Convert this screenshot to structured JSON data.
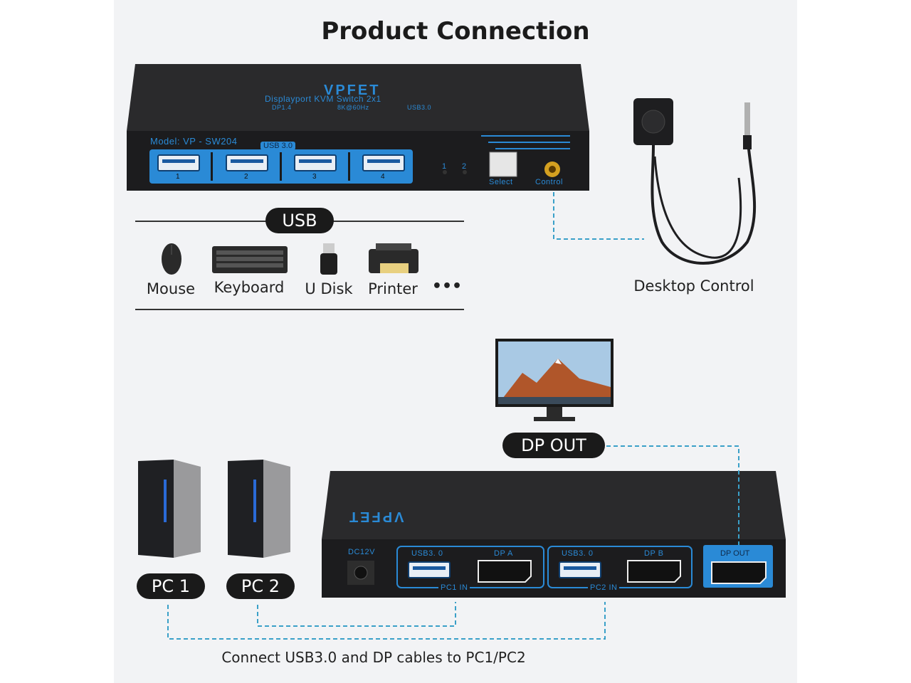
{
  "title": "Product Connection",
  "top_device": {
    "brand": "VPFET",
    "subtitle": "Displayport KVM Switch 2x1",
    "badges": [
      "DP1.4",
      "8K@60Hz",
      "USB3.0"
    ],
    "model": "Model: VP - SW204",
    "usb_tag": "USB 3.0",
    "port_numbers": [
      "1",
      "2",
      "3",
      "4"
    ],
    "leds": [
      "1",
      "2"
    ],
    "select_label": "Select",
    "control_label": "Control"
  },
  "usb_section": {
    "header": "USB",
    "devices": [
      "Mouse",
      "Keyboard",
      "U Disk",
      "Printer"
    ],
    "more": "•••"
  },
  "desktop_control_label": "Desktop Control",
  "dp_out_label": "DP OUT",
  "bottom_device": {
    "dc_label": "DC12V",
    "pc1_usb": "USB3. 0",
    "pc1_dp": "DP A",
    "pc1_in": "PC1 IN",
    "pc2_usb": "USB3. 0",
    "pc2_dp": "DP B",
    "pc2_in": "PC2 IN",
    "dp_out": "DP OUT"
  },
  "pcs": [
    "PC 1",
    "PC 2"
  ],
  "footer": "Connect USB3.0 and DP cables to PC1/PC2",
  "colors": {
    "accent": "#2a8ad6",
    "device": "#1c1c1e",
    "dashed": "#3aa0c8"
  }
}
